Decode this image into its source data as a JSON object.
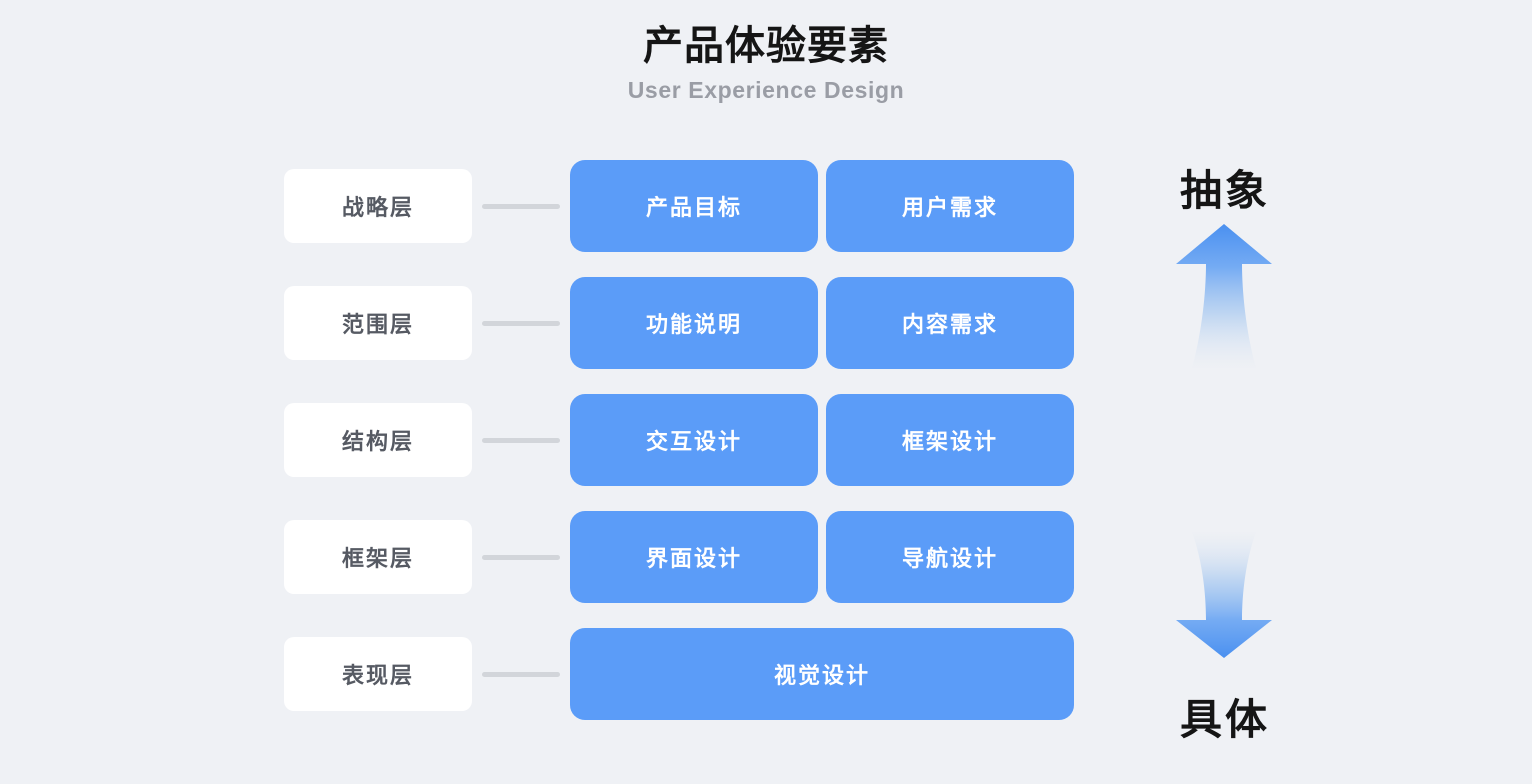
{
  "header": {
    "title": "产品体验要素",
    "subtitle": "User Experience Design"
  },
  "colors": {
    "background": "#eff1f5",
    "card_blue": "#5b9cf8",
    "label_card": "#ffffff",
    "label_text": "#565a63",
    "connector": "#d2d5da",
    "title_text": "#151515",
    "subtitle_text": "#9a9da5",
    "arrow_blue": "#5b9cf8"
  },
  "rows": [
    {
      "layer": "战略层",
      "cards": [
        {
          "label": "产品目标",
          "wide": false
        },
        {
          "label": "用户需求",
          "wide": false
        }
      ]
    },
    {
      "layer": "范围层",
      "cards": [
        {
          "label": "功能说明",
          "wide": false
        },
        {
          "label": "内容需求",
          "wide": false
        }
      ]
    },
    {
      "layer": "结构层",
      "cards": [
        {
          "label": "交互设计",
          "wide": false
        },
        {
          "label": "框架设计",
          "wide": false
        }
      ]
    },
    {
      "layer": "框架层",
      "cards": [
        {
          "label": "界面设计",
          "wide": false
        },
        {
          "label": "导航设计",
          "wide": false
        }
      ]
    },
    {
      "layer": "表现层",
      "cards": [
        {
          "label": "视觉设计",
          "wide": true
        }
      ]
    }
  ],
  "axis": {
    "top_label": "抽象",
    "bottom_label": "具体",
    "up_arrow_icon": "arrow-up-icon",
    "down_arrow_icon": "arrow-down-icon"
  }
}
